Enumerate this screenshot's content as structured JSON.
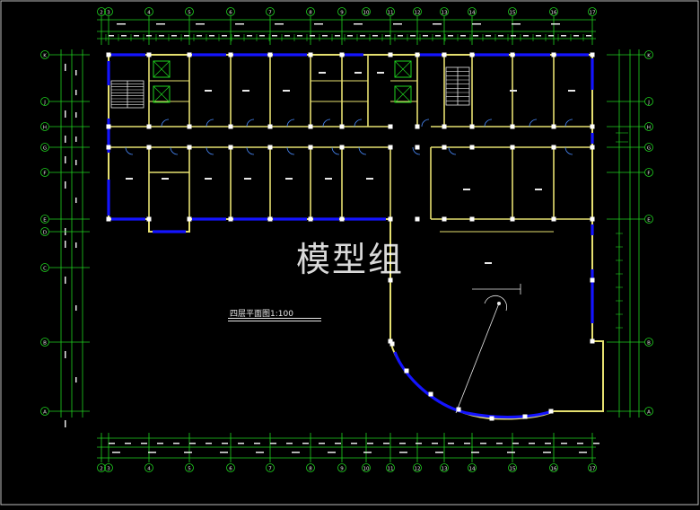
{
  "colors": {
    "background": "#000000",
    "wall": "#e6e070",
    "window": "#1414ff",
    "dimension": "#1fd21f",
    "text": "#e8e8e8",
    "door": "#4a8cff"
  },
  "watermark": "模型组",
  "plan_title": "四层平面图1:100",
  "axes_top": [
    "2",
    "3",
    "4",
    "5",
    "6",
    "7",
    "8",
    "9",
    "10",
    "11",
    "12",
    "13",
    "14",
    "15",
    "16",
    "17"
  ],
  "axes_bottom": [
    "2",
    "3",
    "4",
    "5",
    "6",
    "7",
    "8",
    "9",
    "10",
    "11",
    "12",
    "13",
    "14",
    "15",
    "16",
    "17"
  ],
  "axes_left": [
    "K",
    "J",
    "H",
    "G",
    "F",
    "E",
    "D",
    "C",
    "B",
    "A"
  ],
  "axes_right": [
    "K",
    "J",
    "H",
    "G",
    "F",
    "E",
    "B",
    "A"
  ],
  "icons": {
    "stair": "stair-icon",
    "elevator": "elevator-icon",
    "door": "door-swing-icon"
  }
}
